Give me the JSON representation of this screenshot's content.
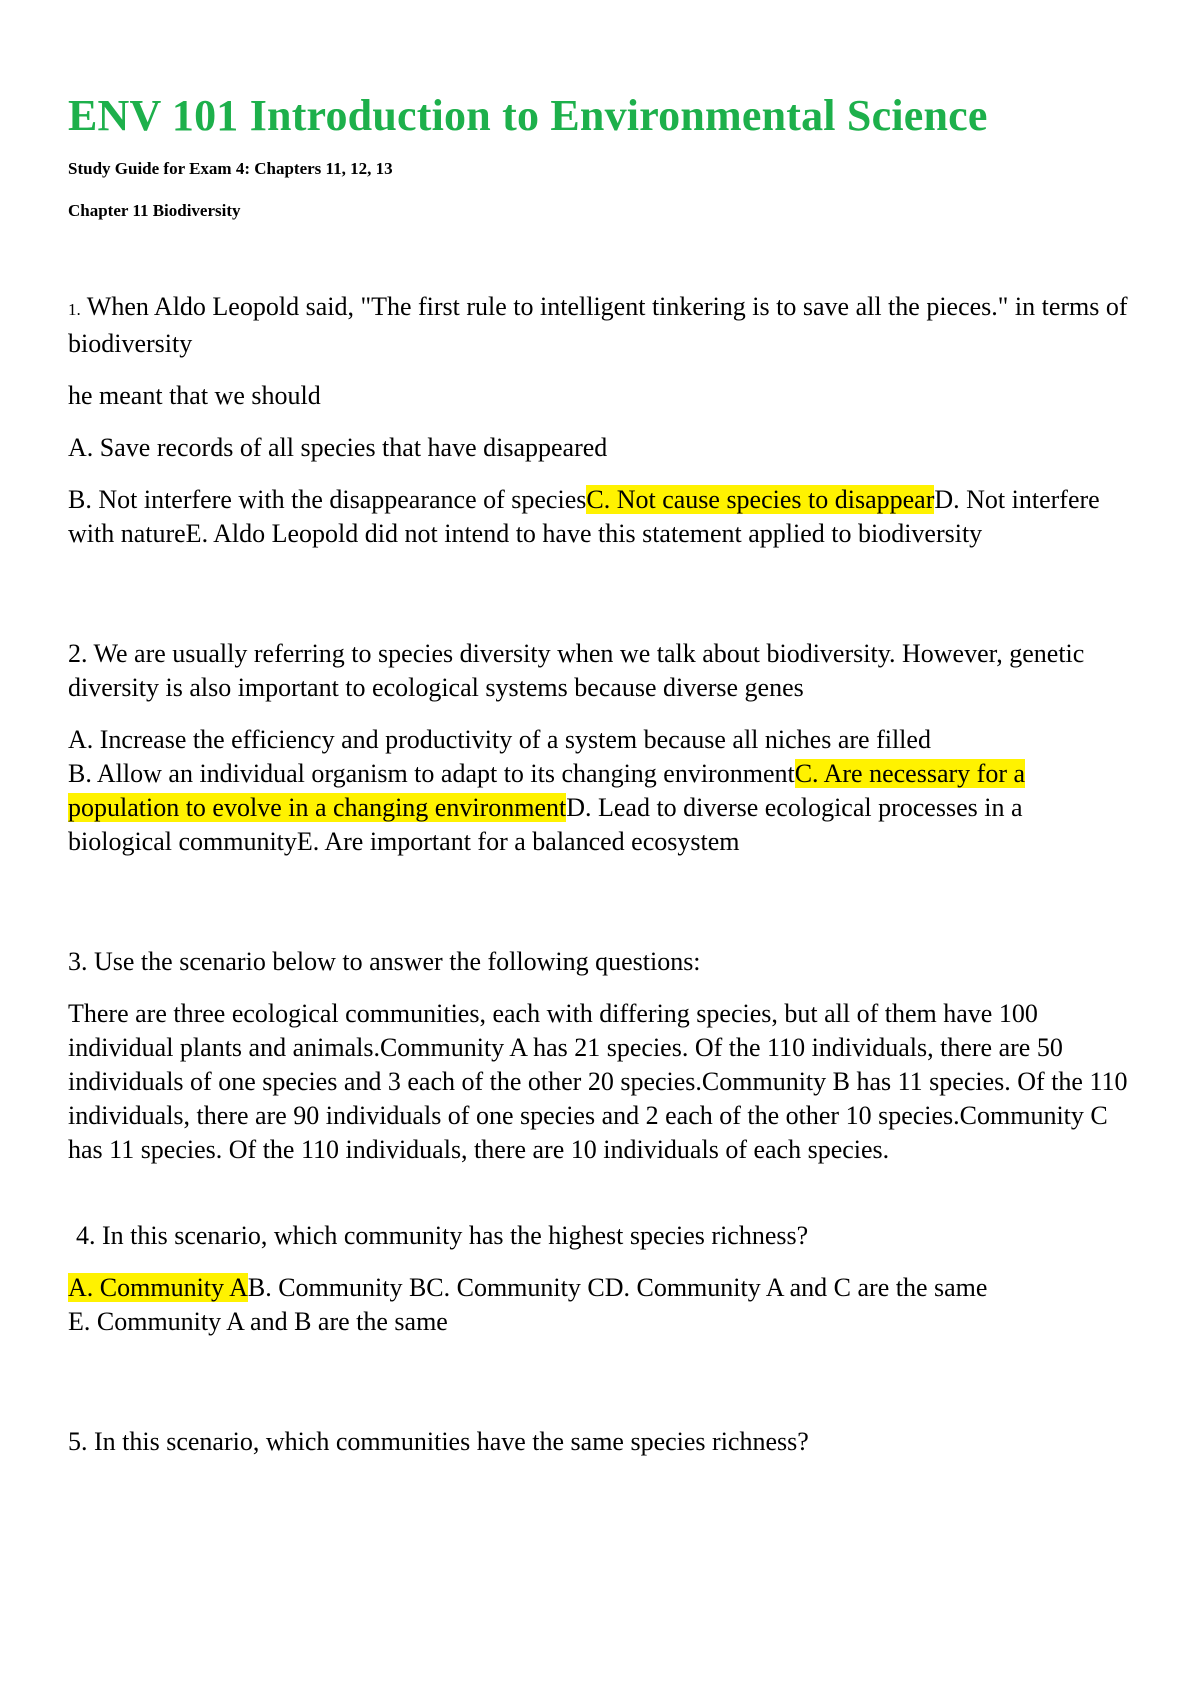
{
  "title": "ENV 101 Introduction to Environmental Science",
  "title_color": "#1db04b",
  "highlight_color": "#fff200",
  "subheading": "Study Guide for Exam 4: Chapters 11, 12, 13",
  "chapter": "Chapter 11 Biodiversity",
  "q1": {
    "num": "1.",
    "text": " When Aldo Leopold said, \"The first rule to intelligent tinkering is to save all the pieces.\" in terms of biodiversity",
    "text2": "he meant that we should",
    "opt_a": "A. Save records of all species that have disappeared",
    "opt_b": "B. Not interfere with the disappearance of species",
    "opt_c": "C. Not cause species to disappear",
    "opt_rest": "D. Not interfere with natureE. Aldo Leopold did not intend to have this statement applied to biodiversity"
  },
  "q2": {
    "text": "2. We are usually referring to species diversity when we talk about biodiversity. However, genetic diversity is also important to ecological systems because diverse genes",
    "opt_a": "A. Increase the efficiency and productivity of a system because all niches are filled",
    "opt_b": "B. Allow an individual organism to adapt to its changing environment",
    "opt_c": "C. Are necessary for a population to evolve in a changing environment",
    "opt_rest": "D. Lead to diverse ecological processes in a biological communityE. Are important for a balanced ecosystem"
  },
  "q3": {
    "text": "3. Use the scenario below to answer the following questions:",
    "body": "There are three ecological communities, each with differing species, but all of them have 100 individual plants and animals.Community A has 21 species. Of the 110 individuals, there are 50 individuals of one species and 3 each of the other 20 species.Community B has 11 species. Of the 110 individuals, there are 90 individuals of one species and 2 each of the other 10 species.Community C has 11 species. Of the 110 individuals, there are 10 individuals of each species."
  },
  "q4": {
    "text": "4. In this scenario, which community has the highest species richness?",
    "opt_a": "A. Community A",
    "opt_rest1": "B. Community BC. Community CD. Community A and C are the same",
    "opt_rest2": "E. Community A and B are the same"
  },
  "q5": {
    "text": "5. In this scenario, which communities have the same species richness?"
  }
}
